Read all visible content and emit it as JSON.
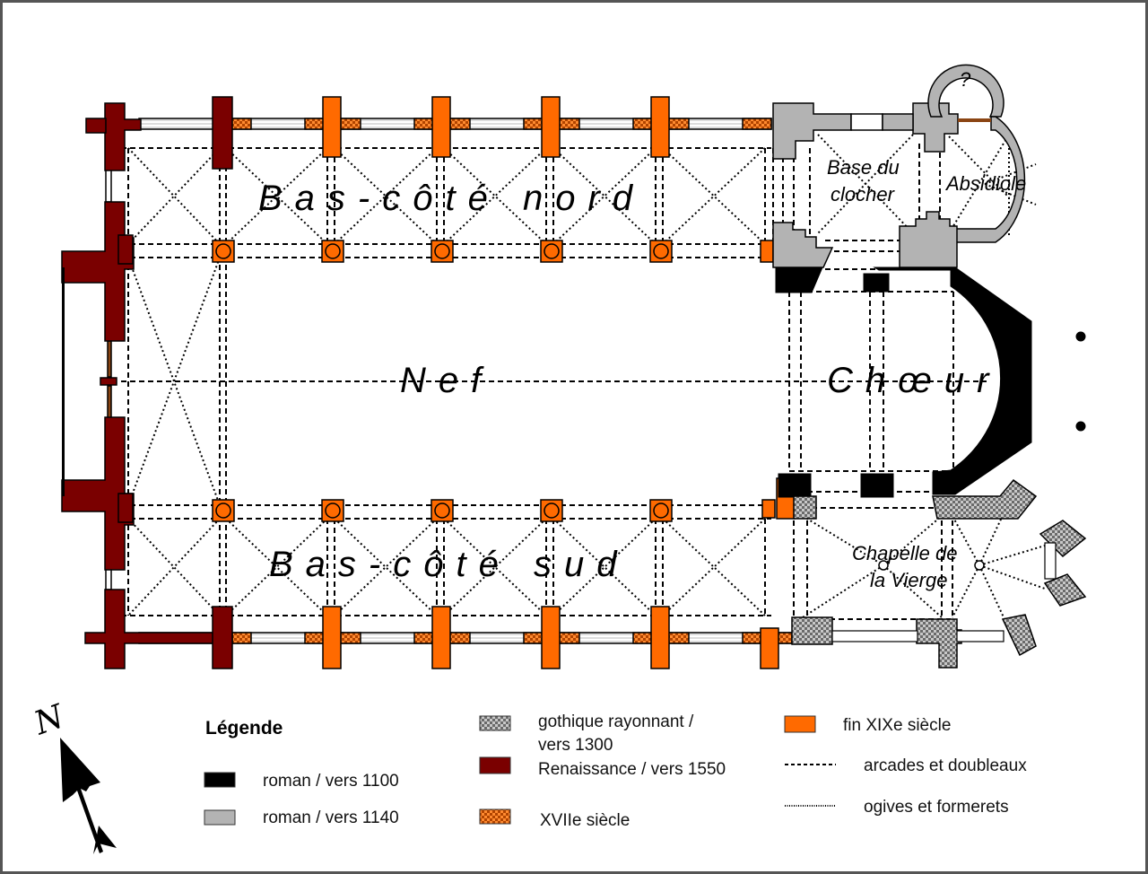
{
  "plan": {
    "rooms": {
      "north_aisle": "Bas-côté nord",
      "nave": "Nef",
      "choir": "Chœur",
      "south_aisle": "Bas-côté sud",
      "bell_tower_base_line1": "Base du",
      "bell_tower_base_line2": "clocher",
      "apsidiole": "Absidiole",
      "chapel_line1": "Chapelle de",
      "chapel_line2": "la Vierge",
      "unknown_room": "?"
    },
    "compass": {
      "label": "N",
      "icon": "north-arrow-icon"
    }
  },
  "legend": {
    "title": "Légende",
    "periods": [
      {
        "label": "roman / vers 1100",
        "color": "#000000",
        "pattern": "solid"
      },
      {
        "label": "roman / vers 1140",
        "color": "#b3b3b3",
        "pattern": "solid"
      },
      {
        "label_line1": "gothique rayonnant /",
        "label_line2": "vers 1300",
        "color": "#808080",
        "pattern": "checker"
      },
      {
        "label": "Renaissance / vers 1550",
        "color": "#7a0000",
        "pattern": "solid"
      },
      {
        "label": "XVIIe siècle",
        "color": "#e0661a",
        "pattern": "checker"
      },
      {
        "label": "fin XIXe siècle",
        "color": "#ff6a00",
        "pattern": "solid"
      }
    ],
    "lines": [
      {
        "label": "arcades et doubleaux",
        "style": "dashed"
      },
      {
        "label": "ogives et formerets",
        "style": "dotted"
      }
    ]
  }
}
